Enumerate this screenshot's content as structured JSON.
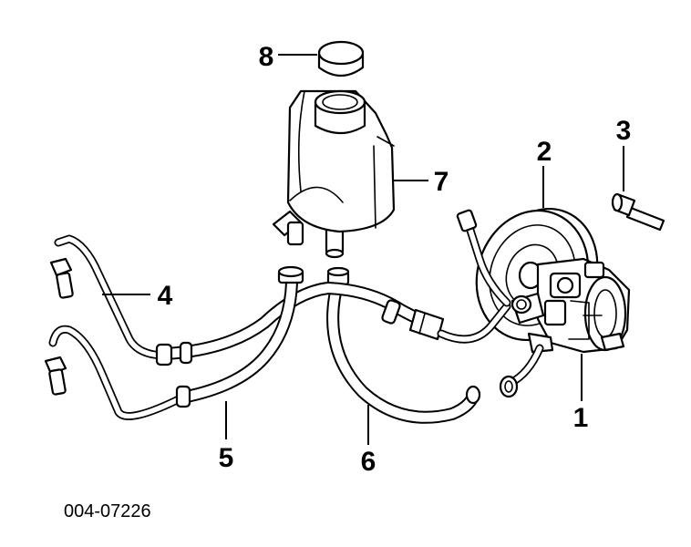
{
  "diagram": {
    "code": "004-07226",
    "callouts": [
      {
        "id": "1",
        "text": "1"
      },
      {
        "id": "2",
        "text": "2"
      },
      {
        "id": "3",
        "text": "3"
      },
      {
        "id": "4",
        "text": "4"
      },
      {
        "id": "5",
        "text": "5"
      },
      {
        "id": "6",
        "text": "6"
      },
      {
        "id": "7",
        "text": "7"
      },
      {
        "id": "8",
        "text": "8"
      }
    ]
  }
}
